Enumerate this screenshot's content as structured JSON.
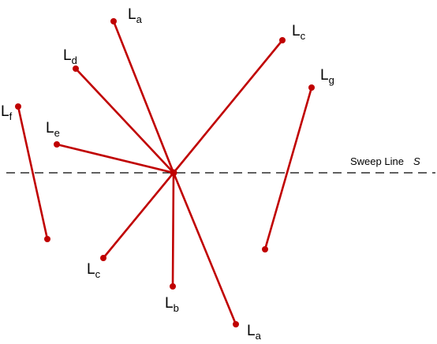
{
  "colors": {
    "segment": "#c00000",
    "sweep_line": "#000000",
    "text": "#000000",
    "background": "#ffffff"
  },
  "sweep_line": {
    "label": "Sweep Line",
    "name": "S"
  },
  "segments": [
    {
      "id": "a-top",
      "letter": "L",
      "sub": "a"
    },
    {
      "id": "c-top",
      "letter": "L",
      "sub": "c"
    },
    {
      "id": "d",
      "letter": "L",
      "sub": "d"
    },
    {
      "id": "e",
      "letter": "L",
      "sub": "e"
    },
    {
      "id": "c-bottom",
      "letter": "L",
      "sub": "c"
    },
    {
      "id": "b",
      "letter": "L",
      "sub": "b"
    },
    {
      "id": "a-bottom",
      "letter": "L",
      "sub": "a"
    },
    {
      "id": "f",
      "letter": "L",
      "sub": "f"
    },
    {
      "id": "g",
      "letter": "L",
      "sub": "g"
    }
  ]
}
